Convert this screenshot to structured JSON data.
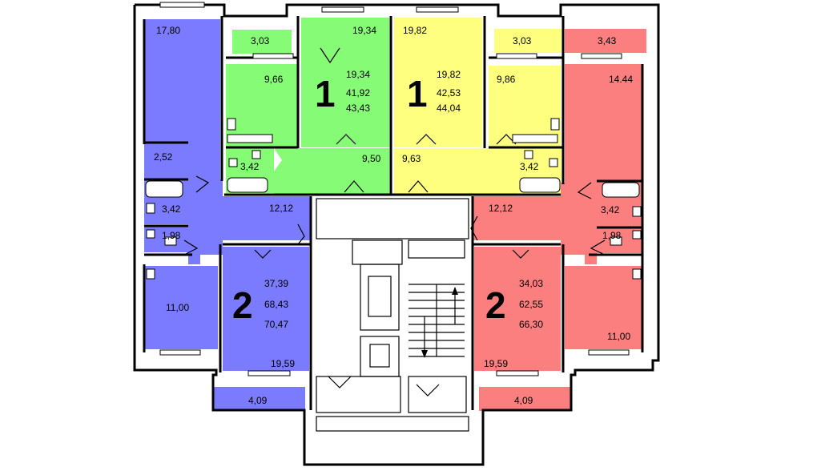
{
  "colors": {
    "blue": "#7b7bff",
    "green": "#86fb76",
    "yellow": "#ffff7f",
    "red": "#fb7f7f",
    "walls": "#000000",
    "background": "#ffffff"
  },
  "apartments": {
    "blue": {
      "rooms": "2",
      "living_area": "37,39",
      "total_area": "68,43",
      "total_with_balcony": "70,47",
      "areas": {
        "room_top": "17,80",
        "closet": "2,52",
        "bath": "3,42",
        "wc": "1,98",
        "hall": "12,12",
        "bedroom": "11,00",
        "living": "19,59",
        "balcony": "4,09"
      }
    },
    "green": {
      "rooms": "1",
      "living_area": "19,34",
      "total_area": "41,92",
      "total_with_balcony": "43,43",
      "areas": {
        "room": "19,34",
        "balcony": "3,03",
        "kitchen": "9,66",
        "bath": "3,42",
        "hall": "9,50"
      }
    },
    "yellow": {
      "rooms": "1",
      "living_area": "19,82",
      "total_area": "42,53",
      "total_with_balcony": "44,04",
      "areas": {
        "room": "19,82",
        "balcony": "3,03",
        "kitchen": "9,86",
        "bath": "3,42",
        "hall": "9,63"
      }
    },
    "red": {
      "rooms": "2",
      "living_area": "34,03",
      "total_area": "62,55",
      "total_with_balcony": "66,30",
      "areas": {
        "balcony_top": "3,43",
        "room_top": "14.44",
        "hall": "12,12",
        "bath": "3,42",
        "wc": "1,98",
        "bedroom": "11,00",
        "living": "19,59",
        "balcony": "4,09"
      }
    }
  }
}
